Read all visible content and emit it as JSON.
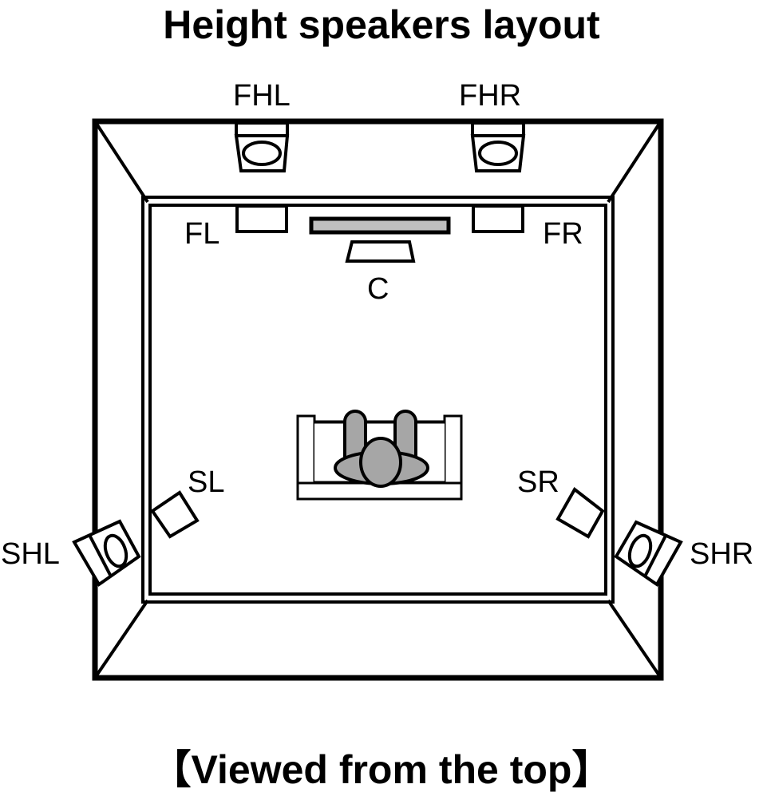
{
  "title": "Height speakers layout",
  "caption": "【Viewed from the top】",
  "colors": {
    "line": "#000000",
    "fill_gray": "#bfbfbf",
    "person_gray": "#a6a6a6",
    "background": "#ffffff"
  },
  "speakers": {
    "FHL": "FHL",
    "FHR": "FHR",
    "FL": "FL",
    "FR": "FR",
    "C": "C",
    "SL": "SL",
    "SR": "SR",
    "SHL": "SHL",
    "SHR": "SHR"
  },
  "elements": {
    "tv": "tv-screen",
    "seat": "sofa-with-listener"
  }
}
